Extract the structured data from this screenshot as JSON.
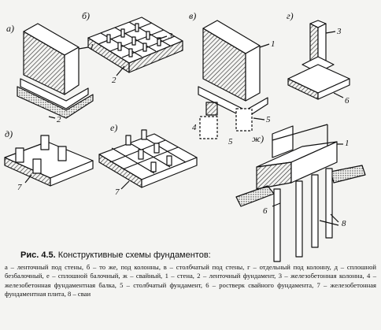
{
  "figure": {
    "panel_letters": {
      "a": "а)",
      "b": "б)",
      "v": "в)",
      "g": "г)",
      "d": "д)",
      "e": "е)",
      "zh": "ж)"
    },
    "callouts": {
      "a1": "1",
      "a2": "2",
      "b3": "3",
      "b2": "2",
      "v1": "1",
      "v5a": "5",
      "v4": "4",
      "v5b": "5",
      "g3": "3",
      "g6": "6",
      "d7": "7",
      "e7": "7",
      "zh1": "1",
      "zh6": "6",
      "zh8": "8"
    }
  },
  "caption": {
    "title_prefix": "Рис. 4.5.",
    "title_text": "Конструктивные схемы фундаментов:",
    "body": "а – ленточный под стены, б – то же, под колонны, в – столбчатый под стены, г – отдельный под колонну, д – сплошной безбалочный, е – сплошной балочный, ж – свайный, 1 – стена, 2 – ленточный фундамент, 3 – железобетонная колонна, 4 – железобетонная фундаментная балка, 5 – столбчатый фундамент, 6 – ростверк свайного фундамента, 7 – железобетонная фундаментная плита, 8 – сваи"
  }
}
